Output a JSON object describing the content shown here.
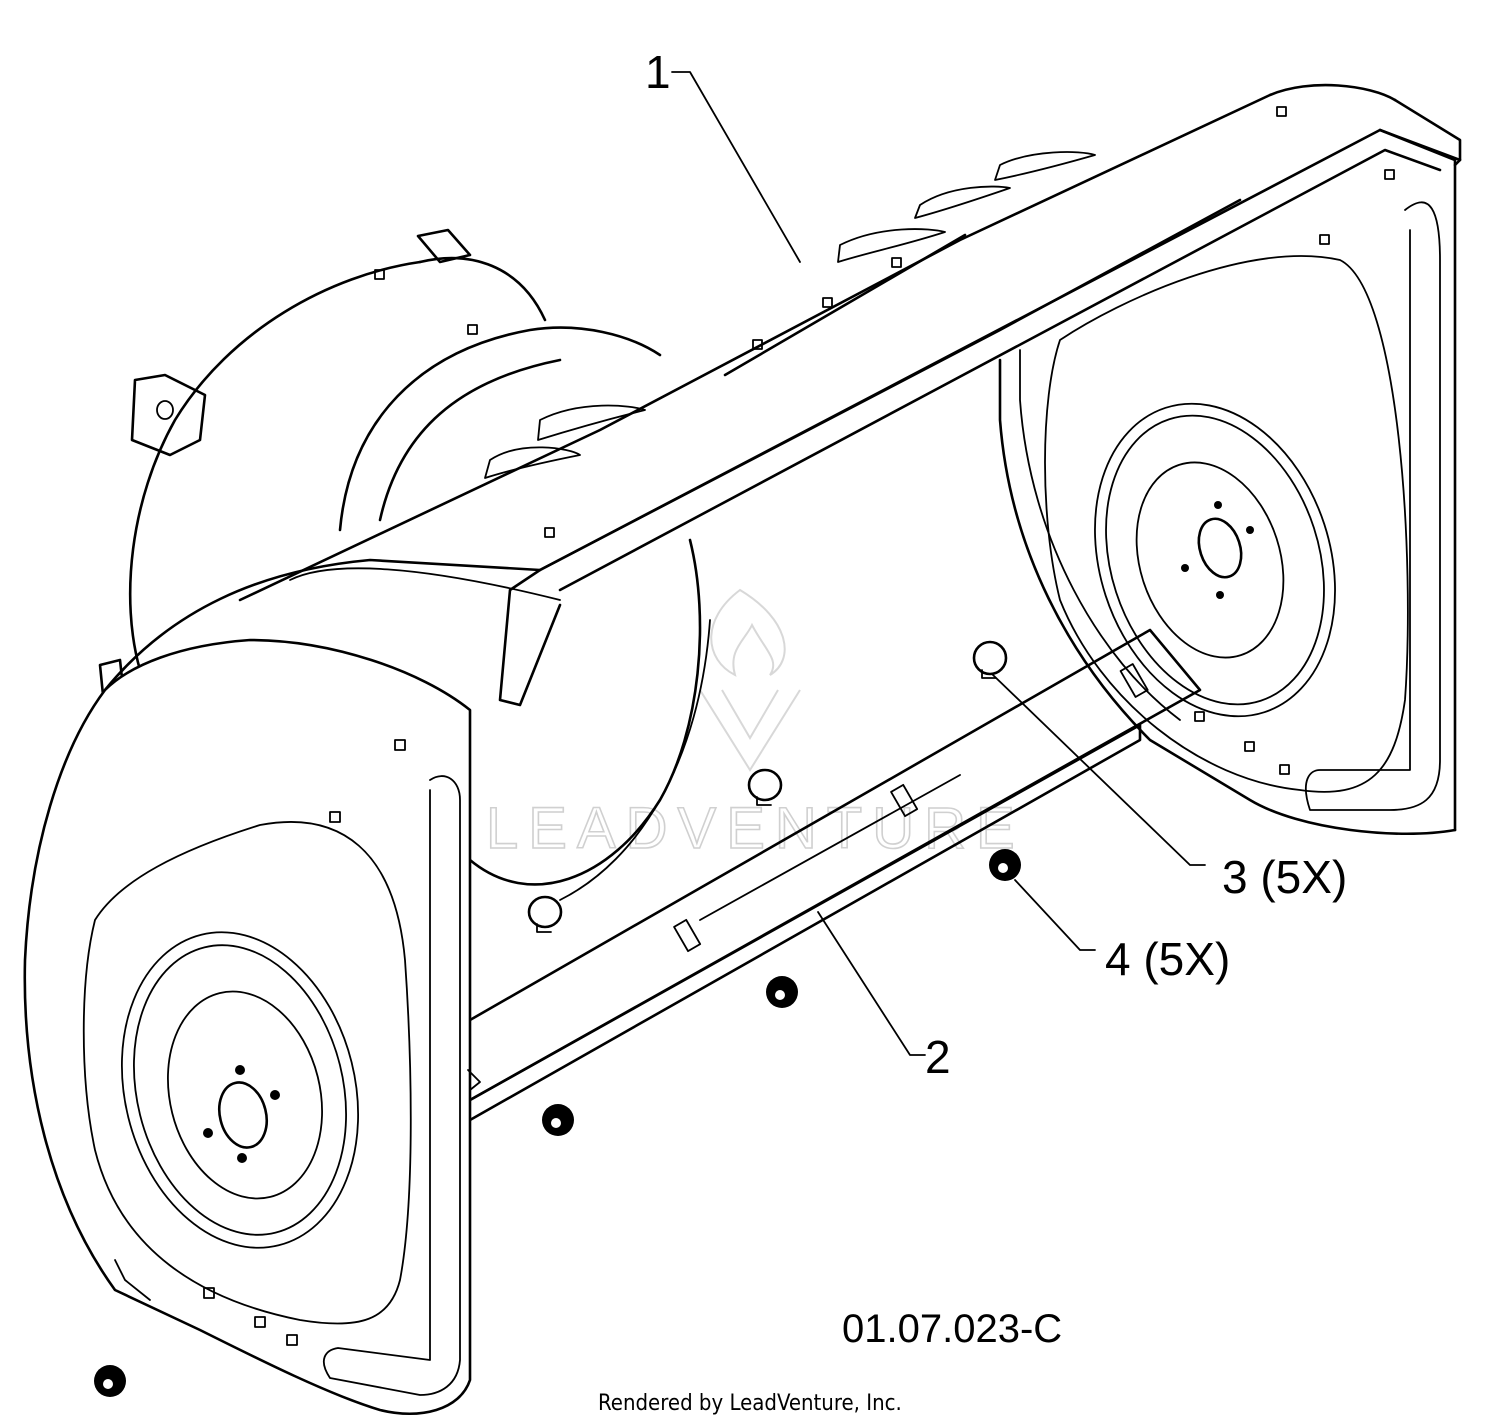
{
  "diagram": {
    "callouts": [
      {
        "id": "c1",
        "label": "1"
      },
      {
        "id": "c2",
        "label": "2"
      },
      {
        "id": "c3",
        "label": "3 (5X)"
      },
      {
        "id": "c4",
        "label": "4 (5X)"
      }
    ],
    "figure_id": "01.07.023-C",
    "credit": "Rendered by LeadVenture, Inc.",
    "watermark": "LEADVENTURE"
  },
  "colors": {
    "ink": "#000000",
    "paper": "#ffffff",
    "watermark": "#d0d0d0"
  }
}
